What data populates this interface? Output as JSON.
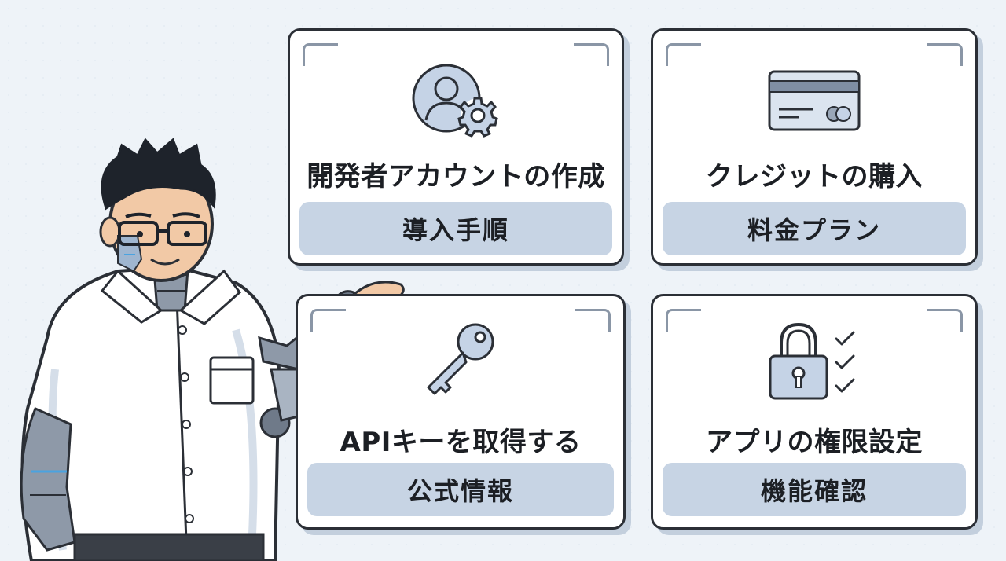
{
  "cards": [
    {
      "title": "開発者アカウントの作成",
      "subtitle": "導入手順",
      "icon": "user-gear-icon"
    },
    {
      "title": "クレジットの購入",
      "subtitle": "料金プラン",
      "icon": "credit-card-icon"
    },
    {
      "title": "APIキーを取得する",
      "subtitle": "公式情報",
      "icon": "key-icon"
    },
    {
      "title": "アプリの権限設定",
      "subtitle": "機能確認",
      "icon": "lock-checklist-icon"
    }
  ],
  "colors": {
    "background": "#eef3f8",
    "card_border": "#2b2f36",
    "pill": "#c7d4e4",
    "icon_fill": "#c5d3e6",
    "shadow": "#c3cfdd"
  }
}
